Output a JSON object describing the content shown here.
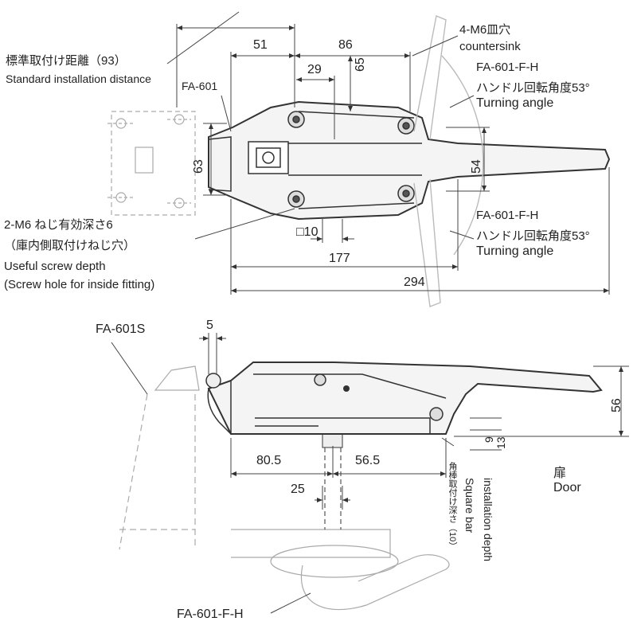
{
  "labels": {
    "standard_distance_jp": "標準取付け距離（93）",
    "standard_distance_en": "Standard installation distance",
    "fa601": "FA-601",
    "dim_51": "51",
    "dim_86": "86",
    "dim_29": "29",
    "dim_65": "65",
    "dim_63": "63",
    "dim_54": "54",
    "dim_10": "□10",
    "dim_177": "177",
    "dim_294": "294",
    "m6_counter_jp": "4-M6皿穴",
    "m6_counter_en": "countersink",
    "fah_top_code": "FA-601-F-H",
    "fah_top_jp": "ハンドル回転角度53°",
    "fah_top_en": "Turning angle",
    "fah_bot_code": "FA-601-F-H",
    "fah_bot_jp": "ハンドル回転角度53°",
    "fah_bot_en": "Turning angle",
    "screw_jp1": "2-M6 ねじ有効深さ6",
    "screw_jp2": "（庫内側取付けねじ穴）",
    "screw_en1": "Useful screw depth",
    "screw_en2": "(Screw hole for inside fitting)",
    "fa601s": "FA-601S",
    "dim_5": "5",
    "dim_56": "56",
    "dim_9": "9",
    "dim_13": "13",
    "dim_805": "80.5",
    "dim_565": "56.5",
    "dim_25": "25",
    "square_jp": "角棒取付け深さ（10）",
    "square_en1": "Square bar",
    "square_en2": "installation depth",
    "door_jp": "扉",
    "door_en": "Door",
    "fah_bottom": "FA-601-F-H"
  }
}
